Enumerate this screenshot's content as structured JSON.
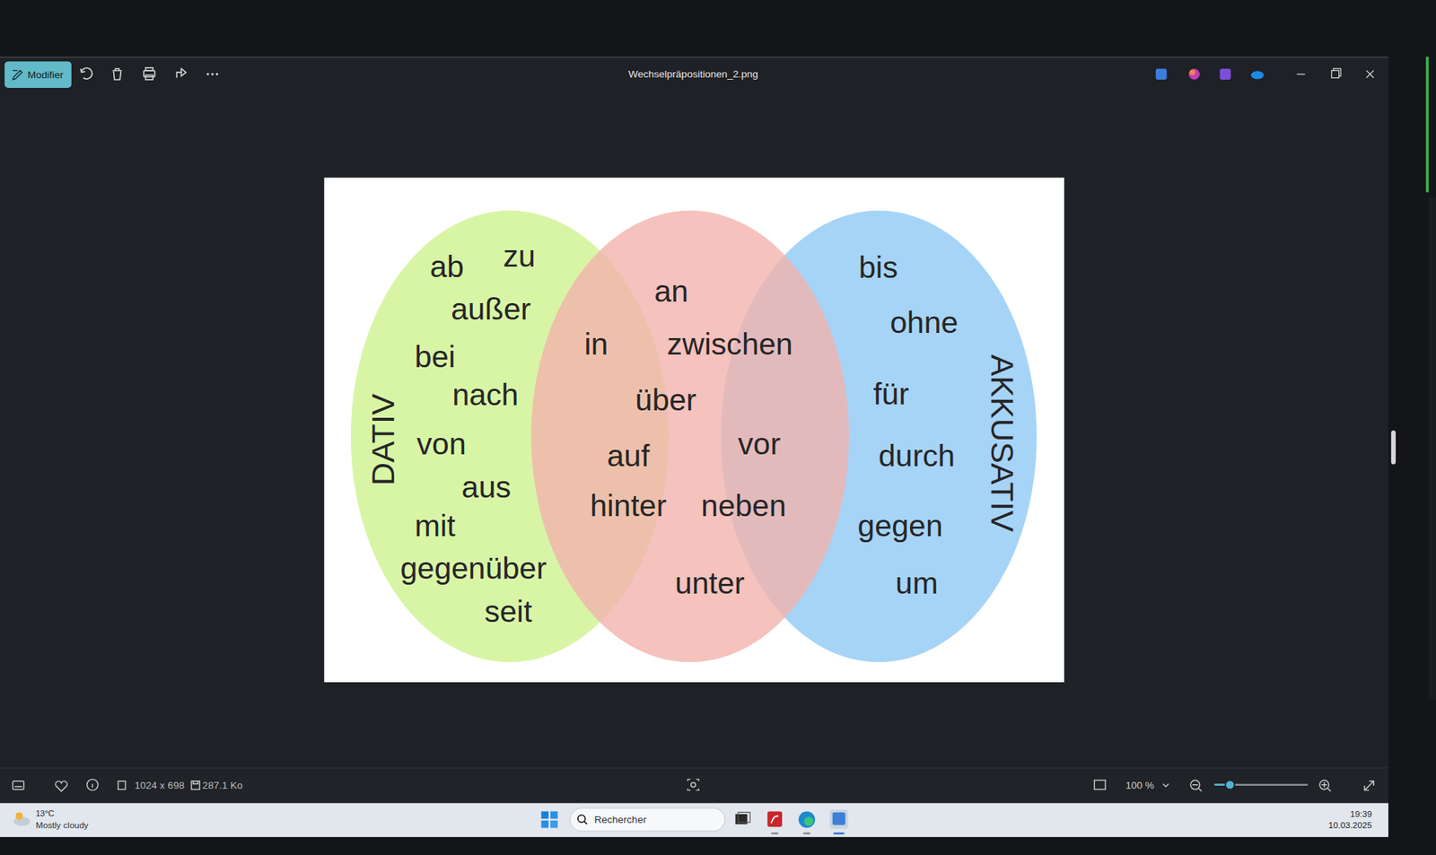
{
  "diagram": {
    "nodes": [
      {
        "text": [
          "Modifier"
        ]
      },
      {
        "text": [
          "DATIV",
          "ab",
          "zu",
          "außer",
          "bei",
          "nach",
          "von",
          "aus",
          "mit",
          "gegenüber",
          "seit"
        ]
      },
      {
        "text": [
          "an",
          "in",
          "zwischen",
          "über",
          "auf",
          "vor",
          "hinter",
          "neben",
          "unter"
        ]
      },
      {
        "text": [
          "AKKUSATIV",
          "bis",
          "ohne",
          "für",
          "durch",
          "gegen",
          "um"
        ]
      },
      {
        "text": [
          "Rechercher"
        ]
      }
    ],
    "labels": [
      "Wechselpräpositionen_2.png",
      "1024 x 698",
      "287.1 Ko",
      "100 %",
      "13°C",
      "Mostly cloudy",
      "19:39",
      "10.03.2025"
    ]
  }
}
